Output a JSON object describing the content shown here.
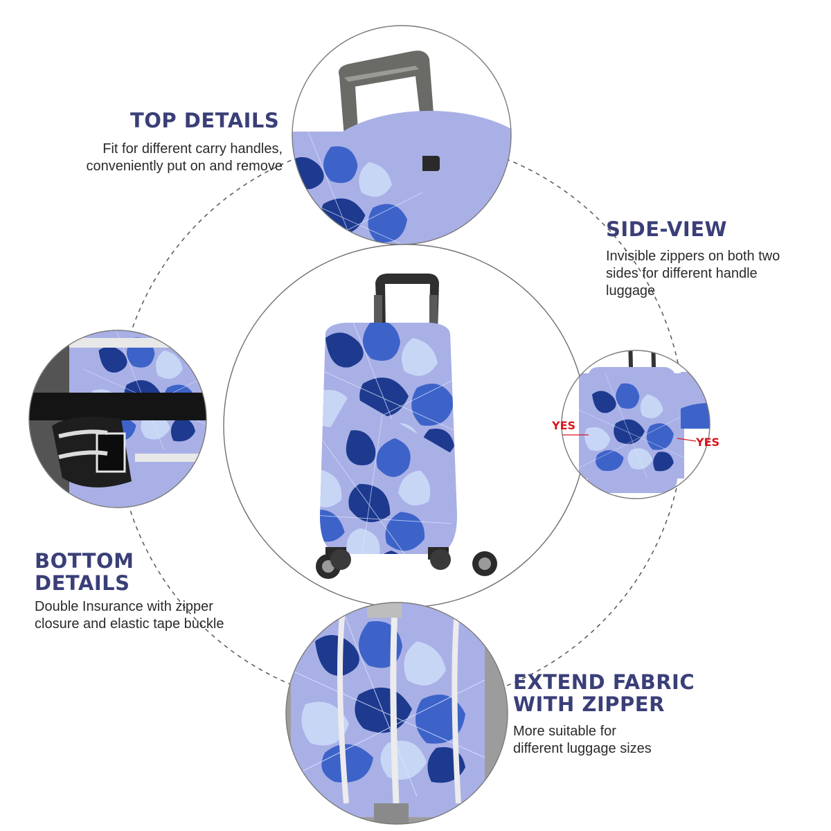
{
  "top_details": {
    "heading": "TOP DETAILS",
    "description_line1": "Fit for different carry handles,",
    "description_line2": "conveniently put on and remove"
  },
  "side_view": {
    "heading": "SIDE-VIEW",
    "description_line1": "Invisible zippers on both two",
    "description_line2": "sides for different handle",
    "description_line3": "luggage",
    "yes_label_left": "YES",
    "yes_label_right": "YES"
  },
  "bottom_details": {
    "heading_line1": "BOTTOM",
    "heading_line2": "DETAILS",
    "description_line1": "Double Insurance with zipper",
    "description_line2": "closure and elastic tape buckle"
  },
  "extend_fabric": {
    "heading_line1": "EXTEND FABRIC",
    "heading_line2": "WITH ZIPPER",
    "description_line1": "More suitable for",
    "description_line2": "different luggage sizes"
  },
  "colors": {
    "heading": "#3a3f78",
    "yes_label": "#d8141c",
    "cover_base": "#a9b0e6",
    "leaf_dark": "#1d3a8f",
    "leaf_mid": "#3d63c9",
    "leaf_light": "#c7d6f5",
    "circle_outline": "#555555"
  }
}
